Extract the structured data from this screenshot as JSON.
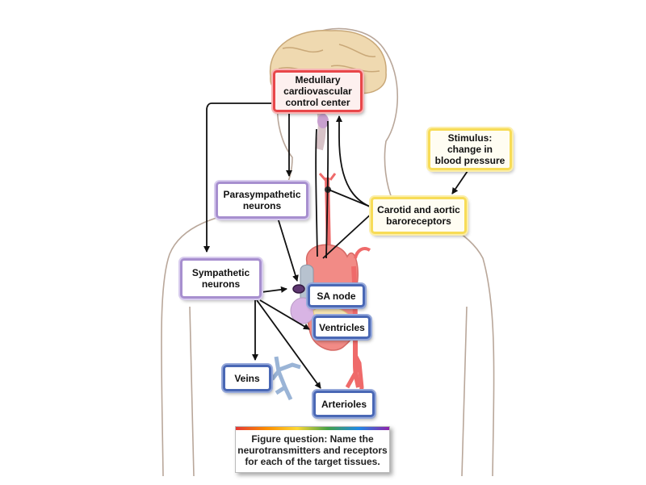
{
  "boxes": {
    "medullary": "Medullary\ncardiovascular\ncontrol center",
    "stimulus": "Stimulus:\nchange in\nblood pressure",
    "baroreceptors": "Carotid and aortic\nbaroreceptors",
    "parasympathetic": "Parasympathetic\nneurons",
    "sympathetic": "Sympathetic\nneurons",
    "sa_node": "SA node",
    "ventricles": "Ventricles",
    "veins": "Veins",
    "arterioles": "Arterioles"
  },
  "figure_question": "Figure question: Name the\nneurotransmitters and receptors\nfor each of the target tissues.",
  "colors": {
    "control_center": "#e8474a",
    "stimulus": "#f7dc57",
    "neurons": "#a78fcf",
    "targets": "#4a68b5"
  }
}
